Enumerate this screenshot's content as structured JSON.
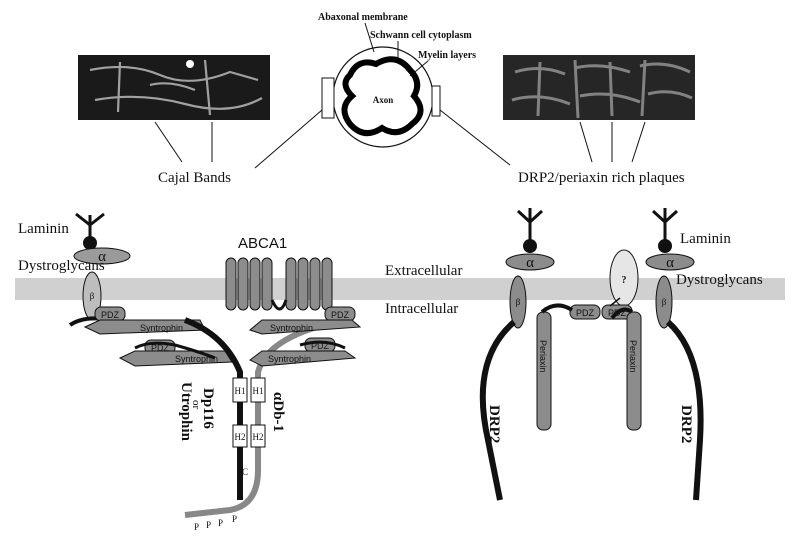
{
  "nerve": {
    "abaxonal_membrane": "Abaxonal membrane",
    "schwann_cytoplasm": "Schwann cell cytoplasm",
    "myelin_layers": "Myelin layers",
    "axon": "Axon",
    "cajal_bands": "Cajal Bands",
    "drp2_plaques": "DRP2/periaxin rich plaques"
  },
  "membrane": {
    "extracellular": "Extracellular",
    "intracellular": "Intracellular"
  },
  "left_complex": {
    "laminin": "Laminin",
    "dystroglycans": "Dystroglycans",
    "alpha": "α",
    "beta": "β",
    "abca1": "ABCA1",
    "pdz": "PDZ",
    "syntrophin": "Syntrophin",
    "h1": "H1",
    "h2": "H2",
    "c_terminal": "C",
    "dp116": "Dp116",
    "or": "or",
    "utrophin": "Utrophin",
    "adb1": "αDb-1",
    "phospho": "P"
  },
  "right_complex": {
    "laminin": "Laminin",
    "dystroglycans": "Dystroglycans",
    "alpha": "α",
    "beta": "β",
    "unknown": "?",
    "pdz": "PDZ",
    "periaxin": "Periaxin",
    "drp2": "DRP2"
  }
}
